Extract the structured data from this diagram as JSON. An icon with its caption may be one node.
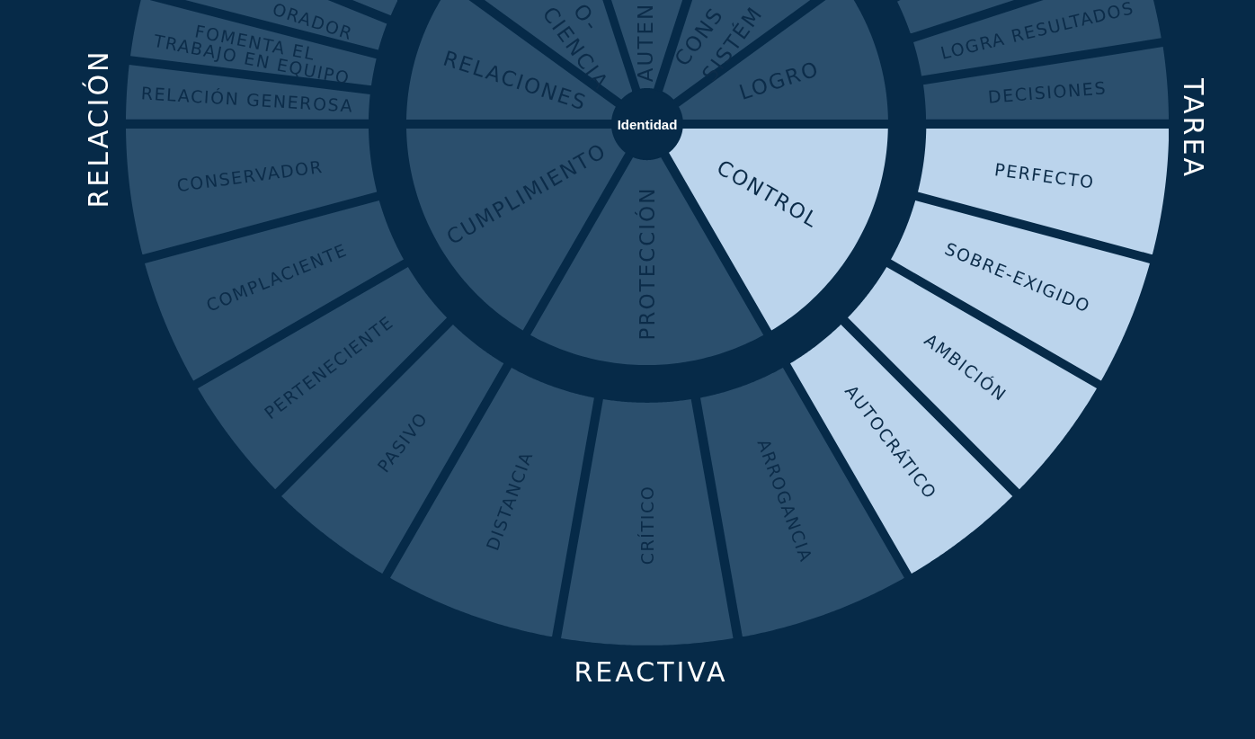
{
  "diagram": {
    "nodes": [
      {
        "text": [
          "Identidad"
        ]
      },
      {
        "text": [
          "RELACIONES"
        ]
      },
      {
        "text": [
          "O-",
          "CIENCIA"
        ]
      },
      {
        "text": [
          "AUTEN"
        ]
      },
      {
        "text": [
          "CONS",
          "SISTÉM"
        ]
      },
      {
        "text": [
          "LOGRO"
        ]
      },
      {
        "text": [
          "CONTROL"
        ]
      },
      {
        "text": [
          "PROTECCIÓN"
        ]
      },
      {
        "text": [
          "CUMPLIMIENTO"
        ]
      },
      {
        "text": [],
        "shape": "box"
      },
      {
        "text": [
          "ORADOR"
        ]
      },
      {
        "text": [
          "FOMENTA EL TRABAJO EN EQUIPO"
        ]
      },
      {
        "text": [
          "RELACIÓN GENEROSA"
        ]
      },
      {
        "text": [
          "CONSERVADOR"
        ]
      },
      {
        "text": [
          "COMPLACIENTE"
        ]
      },
      {
        "text": [
          "PERTENECIENTE"
        ]
      },
      {
        "text": [
          "PASIVO"
        ]
      },
      {
        "text": [
          "DISTANCIA"
        ]
      },
      {
        "text": [
          "CRÍTICO"
        ]
      },
      {
        "text": [
          "ARROGANCIA"
        ]
      },
      {
        "text": [
          "AUTOCRÁTICO"
        ]
      },
      {
        "text": [
          "AMBICIÓN"
        ]
      },
      {
        "text": [
          "SOBRE-EXIGIDO"
        ]
      },
      {
        "text": [
          "PERFECTO"
        ]
      },
      {
        "text": [
          "DECISIONES"
        ]
      },
      {
        "text": [
          "LOGRA RESULTADOS"
        ]
      },
      {
        "text": [],
        "shape": "box"
      }
    ],
    "labels": [
      "RELACIÓN",
      "TAREA",
      "REACTIVA"
    ]
  }
}
